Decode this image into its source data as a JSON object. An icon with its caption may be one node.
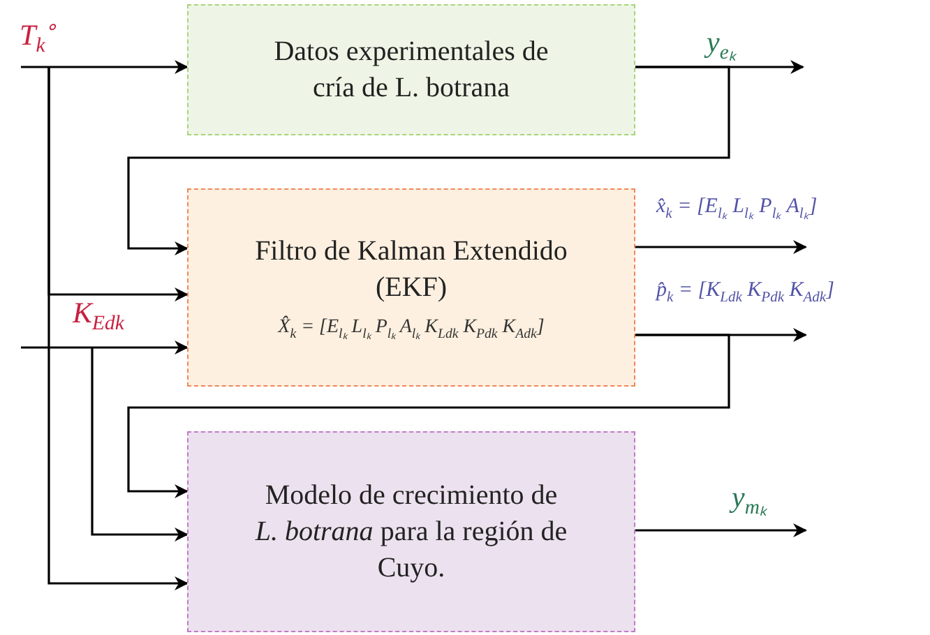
{
  "diagram": {
    "nodes": [
      {
        "text": [
          "Datos experimentales de cría de L. botrana"
        ]
      },
      {
        "text": [
          "Filtro de Kalman Extendido (EKF)",
          "X̂$_{k}$ = [E$_{lₖ}$ L$_{lₖ}$ P$_{lₖ}$ A$_{lₖ}$ K$_{Ldk}$ K$_{Pdk}$ K$_{Adk}$]"
        ]
      },
      {
        "text": [
          "Modelo de crecimiento de *L. botrana* para la región de Cuyo."
        ]
      }
    ],
    "edges": [
      {
        "from": null,
        "to": 0,
        "arrow": "to",
        "label": "T$_{k}$$^{∘}$"
      },
      {
        "from": null,
        "to": 1,
        "arrow": "to"
      },
      {
        "from": null,
        "to": 2,
        "arrow": "to"
      },
      {
        "from": null,
        "to": 1,
        "arrow": "to",
        "label": "K$_{Edk}$"
      },
      {
        "from": null,
        "to": 2,
        "arrow": "to"
      },
      {
        "from": 0,
        "to": null,
        "arrow": "to",
        "label": "y$_{eₖ}$"
      },
      {
        "from": 0,
        "to": 1,
        "arrow": "to"
      },
      {
        "from": 1,
        "to": null,
        "arrow": "to",
        "label": "x̂$_{k}$ = [E$_{lₖ}$ L$_{lₖ}$ P$_{lₖ}$ A$_{lₖ}$]"
      },
      {
        "from": 1,
        "to": null,
        "arrow": "to",
        "label": "p̂$_{k}$ = [K$_{Ldk}$ K$_{Pdk}$ K$_{Adk}$]"
      },
      {
        "from": 1,
        "to": 2,
        "arrow": "to"
      },
      {
        "from": 2,
        "to": null,
        "arrow": "to",
        "label": "y$_{mₖ}$"
      }
    ]
  }
}
